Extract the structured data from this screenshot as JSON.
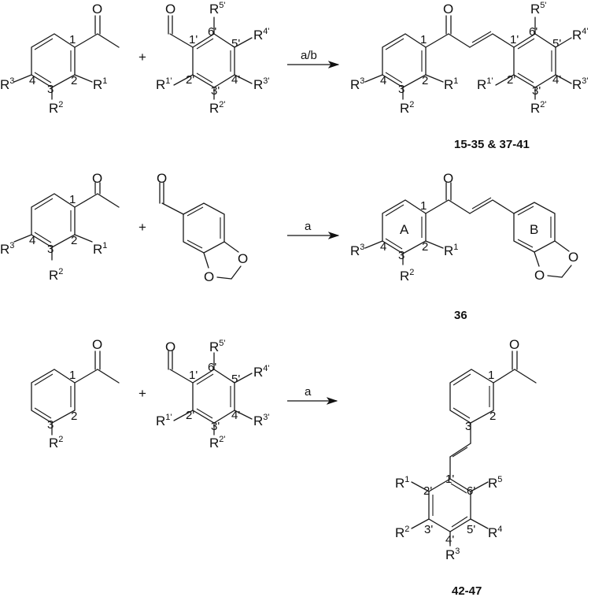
{
  "scheme": {
    "rows": [
      {
        "id": "row1",
        "reactant1": {
          "carbonyl_O": "O",
          "positions": [
            "1",
            "2",
            "3",
            "4"
          ],
          "substituents": {
            "R1": {
              "base": "R",
              "sup": "1"
            },
            "R2": {
              "base": "R",
              "sup": "2"
            },
            "R3": {
              "base": "R",
              "sup": "3"
            }
          }
        },
        "plus": "+",
        "reactant2": {
          "carbonyl_O": "O",
          "positions": [
            "1'",
            "2'",
            "3'",
            "4'",
            "5'",
            "6'"
          ],
          "substituents": {
            "R1p": {
              "base": "R",
              "sup": "1'"
            },
            "R2p": {
              "base": "R",
              "sup": "2'"
            },
            "R3p": {
              "base": "R",
              "sup": "3'"
            },
            "R4p": {
              "base": "R",
              "sup": "4'"
            },
            "R5p": {
              "base": "R",
              "sup": "5'"
            }
          }
        },
        "arrow_condition": "a/b",
        "product": {
          "carbonyl_O": "O",
          "positions": [
            "1",
            "2",
            "3",
            "4",
            "1'",
            "2'",
            "3'",
            "4'",
            "5'",
            "6'"
          ]
        },
        "compound_label": "15-35 & 37-41"
      },
      {
        "id": "row2",
        "reactant1": {
          "carbonyl_O": "O"
        },
        "plus": "+",
        "reactant2": {
          "carbonyl_O": "O",
          "ring_O1": "O",
          "ring_O2": "O"
        },
        "arrow_condition": "a",
        "product": {
          "carbonyl_O": "O",
          "ring_A": "A",
          "ring_B": "B",
          "ring_O1": "O",
          "ring_O2": "O"
        },
        "compound_label": "36"
      },
      {
        "id": "row3",
        "reactant1": {
          "carbonyl_O": "O",
          "positions": [
            "1",
            "2",
            "3"
          ]
        },
        "plus": "+",
        "arrow_condition": "a",
        "product": {
          "carbonyl_O": "O",
          "substituents": {
            "R1": {
              "base": "R",
              "sup": "1"
            },
            "R2": {
              "base": "R",
              "sup": "2"
            },
            "R3": {
              "base": "R",
              "sup": "3"
            },
            "R4": {
              "base": "R",
              "sup": "4"
            },
            "R5": {
              "base": "R",
              "sup": "5"
            }
          }
        },
        "compound_label": "42-47"
      }
    ]
  }
}
